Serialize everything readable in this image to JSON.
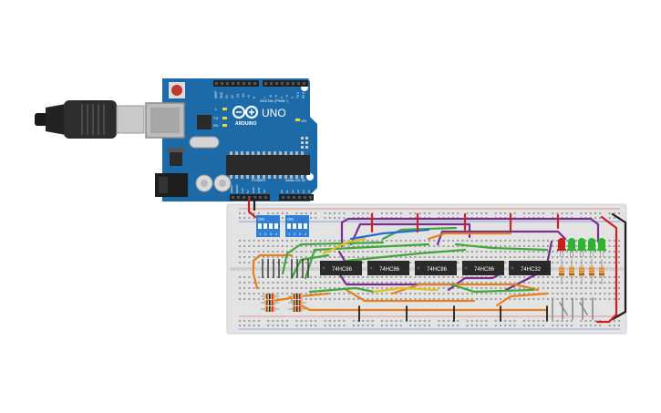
{
  "arduino": {
    "logo_text": "ARDUINO",
    "model": "UNO",
    "digital_header": "DIGITAL (PWM~)",
    "power_header": "POWER",
    "analog_header": "ANALOG IN",
    "digital_pins": [
      "AREF",
      "GND",
      "13",
      "12",
      "~11",
      "~10",
      "~9",
      "8",
      "7",
      "~6",
      "~5",
      "4",
      "~3",
      "2",
      "TX 1",
      "RX 0"
    ],
    "power_pins": [
      "IOREF",
      "RESET",
      "3.3V",
      "5V",
      "GND",
      "GND",
      "Vin"
    ],
    "analog_pins": [
      "A0",
      "A1",
      "A2",
      "A3",
      "A4",
      "A5"
    ],
    "led_labels": [
      "L",
      "TX",
      "RX"
    ],
    "on_label": "ON",
    "colors": {
      "board": "#1c6aa8",
      "usb_body": "#2d2d2d",
      "chip": "#2a2a2a"
    }
  },
  "breadboard": {
    "dip_switches": [
      {
        "label": "ON",
        "numbers": [
          "1",
          "2",
          "3",
          "4"
        ]
      },
      {
        "label": "ON",
        "numbers": [
          "1",
          "2",
          "3",
          "4"
        ]
      }
    ],
    "chips": [
      "74HC86",
      "74HC86",
      "74HC86",
      "74HC86",
      "74HC32"
    ],
    "led_colors": [
      "#c81e1e",
      "#2db52d",
      "#2db52d",
      "#2db52d",
      "#2db52d"
    ],
    "wire_colors": {
      "purple": "#7b2d8f",
      "orange": "#e6801a",
      "green": "#40a83a",
      "red": "#d21e1e",
      "yellow": "#e0c020",
      "blue": "#2a6ad0",
      "black": "#1e1e1e",
      "gray": "#8a8a8a"
    }
  }
}
